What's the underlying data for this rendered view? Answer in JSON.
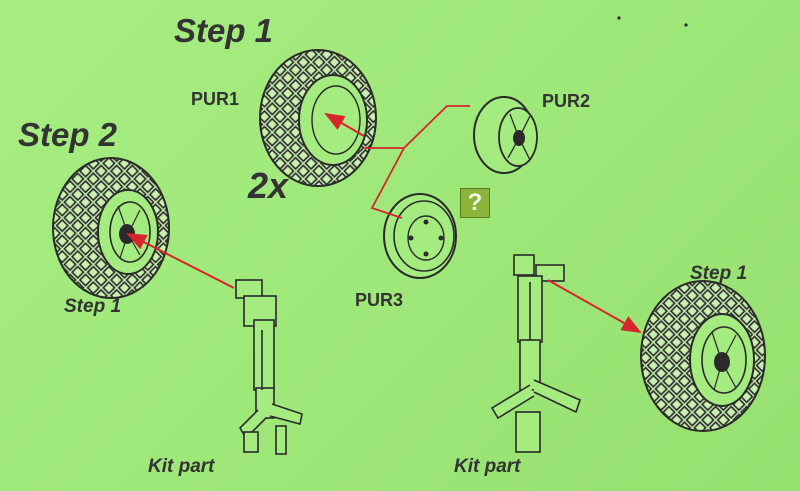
{
  "labels": {
    "step1_top": "Step 1",
    "step2": "Step 2",
    "pur1": "PUR1",
    "pur2": "PUR2",
    "pur3": "PUR3",
    "multiplier": "2x",
    "step1_left": "Step 1",
    "step1_right": "Step 1",
    "kit_part_left": "Kit part",
    "kit_part_right": "Kit part",
    "question": "?"
  },
  "colors": {
    "background": "#a0e97b",
    "arrow": "#d8242c",
    "line_art": "#2a2a2a",
    "question_box": "#8bb43a"
  }
}
